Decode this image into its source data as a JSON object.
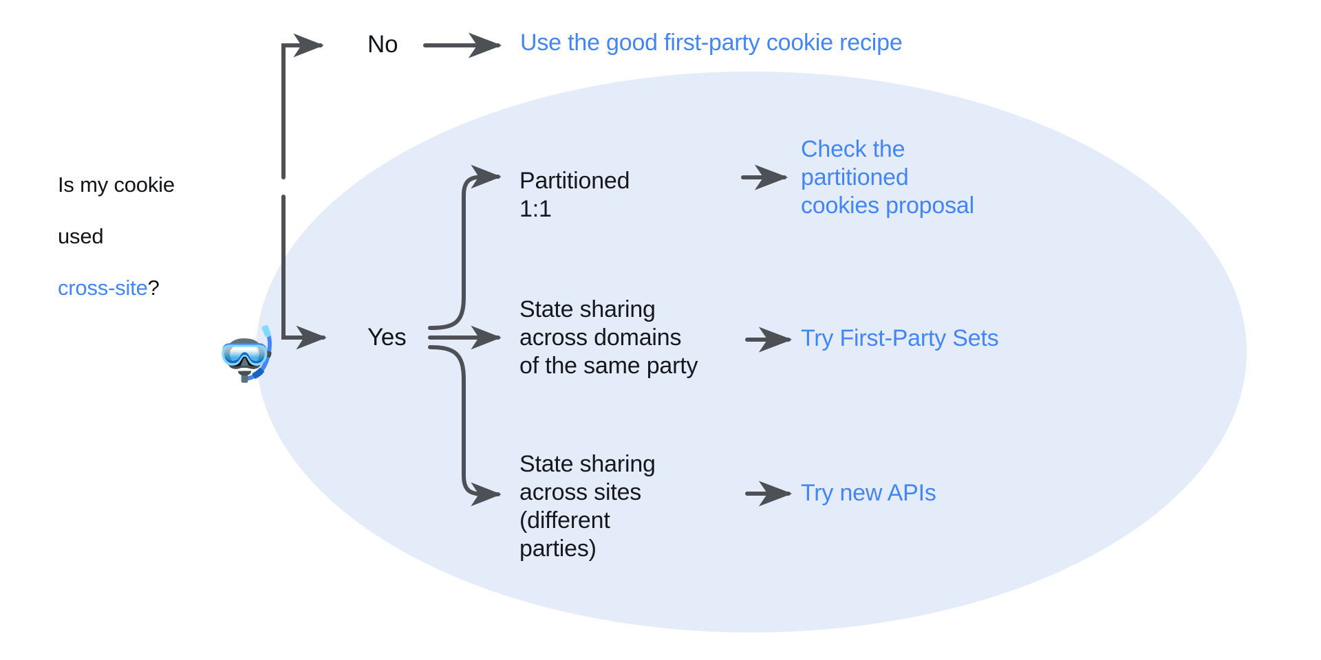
{
  "diagram": {
    "title_text": "Is my cookie used cross-site?",
    "colors": {
      "link_blue": "#4285f4",
      "text_dark": "#15181c",
      "arrow_gray": "#4d5156",
      "ellipse_fill": "#e4ecfa",
      "background": "#ffffff"
    },
    "question": {
      "line1": "Is my cookie",
      "line2": "used ",
      "highlight": "cross-site",
      "suffix": "?"
    },
    "branches": {
      "no_label": "No",
      "yes_label": "Yes"
    },
    "emoji": {
      "diving_mask": "🤿"
    },
    "outcomes": [
      {
        "condition": "No",
        "option": "",
        "result": "Use the good first-party cookie recipe"
      },
      {
        "condition": "Yes",
        "option": "Partitioned\n1:1",
        "result": "Check the\npartitioned\ncookies proposal"
      },
      {
        "condition": "Yes",
        "option": "State sharing\nacross domains\nof the same party",
        "result": "Try First-Party Sets"
      },
      {
        "condition": "Yes",
        "option": "State sharing\nacross sites\n(different\nparties)",
        "result": "Try new APIs"
      }
    ]
  }
}
